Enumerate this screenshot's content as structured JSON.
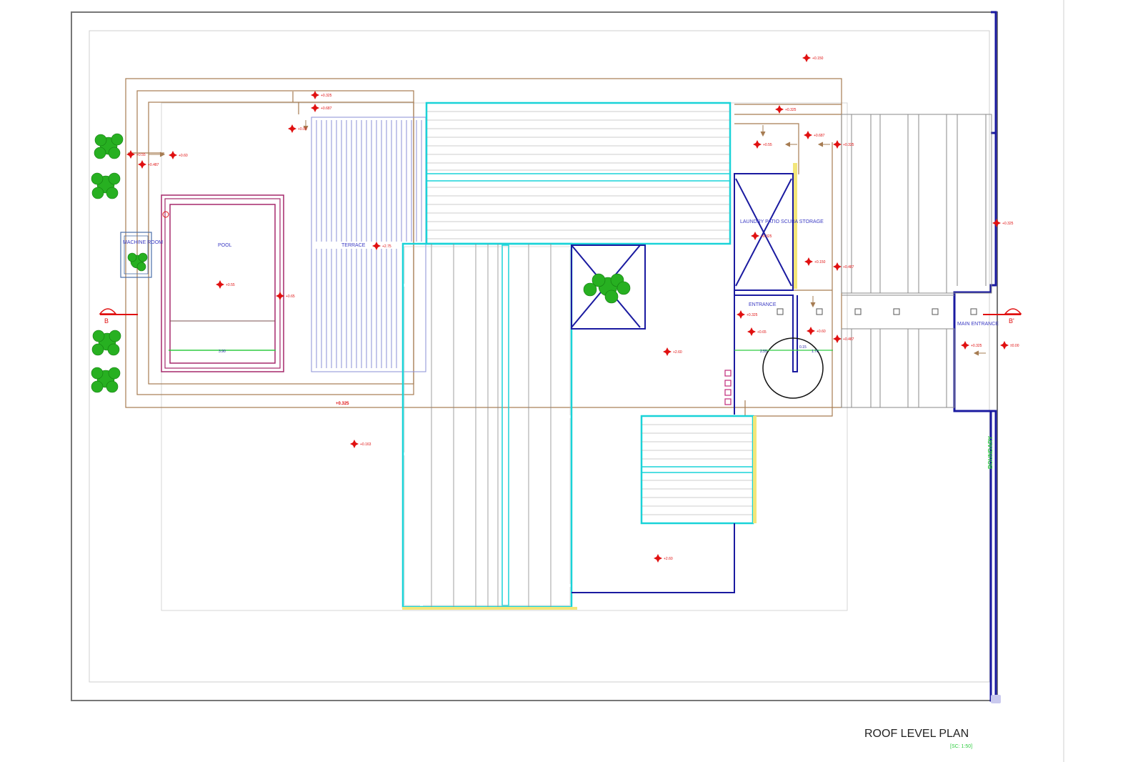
{
  "drawing": {
    "title": "ROOF LEVEL PLAN",
    "scale": "[SC: 1:50]"
  },
  "rooms": {
    "machine_room": "MACHINE ROOM",
    "pool": "POOL",
    "terrace": "TERRACE",
    "laundry": "LAUNDRY PATIO SCUBA STORAGE",
    "entrance": "ENTRANCE",
    "main_entrance": "MAIN ENTRANCE"
  },
  "labels": {
    "boundary": "BOUNDARY",
    "section_left": "B",
    "section_right": "B'",
    "roof_level": "+0.325",
    "pool_width": "3.90",
    "entrance_dim_a": "2.55",
    "entrance_dim_b": "1.70",
    "entrance_dim_c": "0.15"
  },
  "levels": [
    "+0.150",
    "+0.325",
    "+0.687",
    "+0.00",
    "+0.487",
    "+0.60",
    "+0.55",
    "+0.55",
    "+0.65",
    "+2.75",
    "+0.163",
    "+2.60",
    "+2.60",
    "+0.325",
    "+0.55",
    "+0.687",
    "+0.325",
    "+0.325",
    "+0.150",
    "+0.487",
    "+0.325",
    "+0.325",
    "+0.65",
    "+0.60",
    "+0.487",
    "+0.325",
    "±0.00"
  ],
  "colors": {
    "frame": "#6d6d6d",
    "wall_blue": "#1a1aa0",
    "roof_cyan": "#19d3d8",
    "pool_magenta": "#a5286b",
    "outline_brown": "#a67c52",
    "level_red": "#e01010",
    "tree_green": "#27b021",
    "boundary_green": "#2ecc40",
    "yellow": "#f3e67a"
  }
}
